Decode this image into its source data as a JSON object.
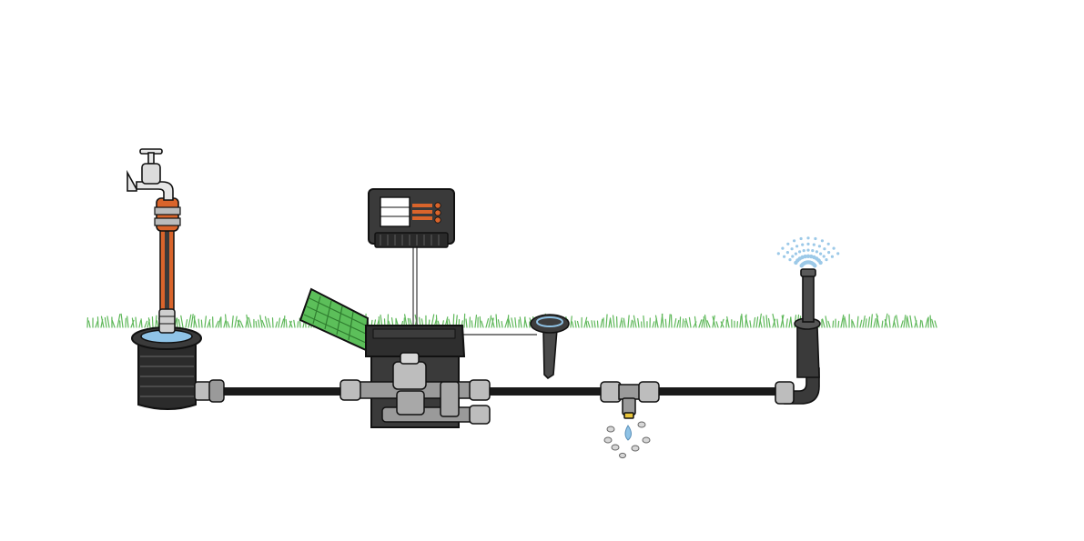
{
  "diagram": {
    "description_labels": [],
    "components": [
      {
        "id": "outdoor-tap",
        "icon": "faucet-icon"
      },
      {
        "id": "hose-connector",
        "icon": "hose-connector-icon"
      },
      {
        "id": "water-supply-hose",
        "icon": "hose-icon"
      },
      {
        "id": "water-supply-box",
        "icon": "water-box-icon"
      },
      {
        "id": "irrigation-control-unit",
        "icon": "controller-icon"
      },
      {
        "id": "valve-box",
        "icon": "valve-box-icon"
      },
      {
        "id": "irrigation-valves",
        "icon": "valve-icon"
      },
      {
        "id": "soil-moisture-sensor",
        "icon": "sensor-icon"
      },
      {
        "id": "drainage-valve",
        "icon": "drain-valve-icon"
      },
      {
        "id": "pop-up-sprinkler",
        "icon": "sprinkler-icon"
      }
    ],
    "colors": {
      "outline": "#1e1e1e",
      "pipe": "#1a1a1a",
      "grass": "#5fb85a",
      "hose_orange": "#d9642b",
      "lid_green": "#5cbf5a",
      "water_blue": "#8fc3e6",
      "controller_body": "#3a3a3a",
      "fitting_grey": "#9a9a9a"
    }
  }
}
